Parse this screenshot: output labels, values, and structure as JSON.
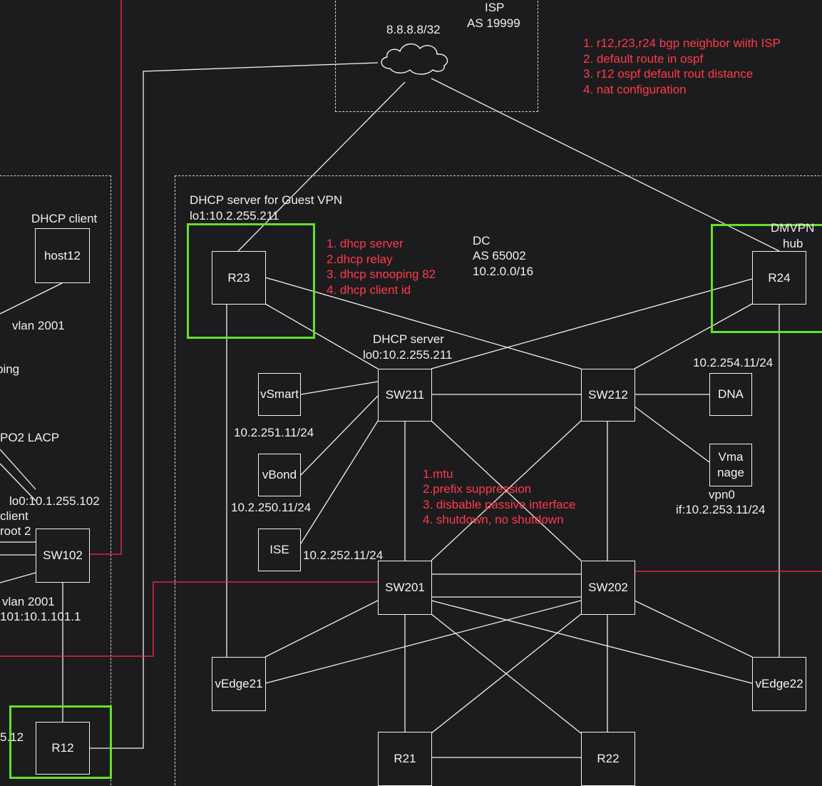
{
  "colors": {
    "background": "#1c1c1e",
    "line": "#f2f2f2",
    "red_link": "#ff2d3c",
    "highlight": "#66e02c",
    "note_text": "#ff3b48"
  },
  "isp": {
    "title": "ISP",
    "as": "AS 19999",
    "prefix": "8.8.8.8/32"
  },
  "isp_tasks": [
    "1. r12,r23,r24 bgp neighbor  wiith ISP",
    "2. default route in ospf",
    "3. r12 ospf default rout distance",
    "4. nat configuration"
  ],
  "dc": {
    "name": "DC",
    "as": "AS 65002",
    "prefix": "10.2.0.0/16"
  },
  "dhcp_tasks": [
    "1. dhcp server",
    "2.dhcp relay",
    "3. dhcp snooping 82",
    "4. dhcp client id"
  ],
  "core_tasks": [
    "1.mtu",
    "2.prefix suppression",
    "3. disbable passive interface",
    "4. shutdown, no shutdown"
  ],
  "labels": {
    "r23_role": "DHCP server for Guest VPN",
    "r23_lo": "lo1:10.2.255.211",
    "sw211_role": "DHCP server",
    "sw211_lo": "lo0:10.2.255.211",
    "r24_role_1": "DMVPN",
    "r24_role_2": "hub",
    "dhcp_client": "DHCP client",
    "vlan_top": "vlan 2001",
    "ping": "ping",
    "po2": "PO2 LACP",
    "sw102_lo": "lo0:10.1.255.102",
    "client": "client",
    "root": "root 2",
    "vlan_bottom": "vlan 2001",
    "svi": "101:10.1.101.1",
    "r12_addr": "5.12",
    "vsmart_ip": "10.2.251.11/24",
    "vbond_ip": "10.2.250.11/24",
    "ise_ip": "10.2.252.11/24",
    "dna_ip": "10.2.254.11/24",
    "vmanage_vpn": "vpn0",
    "vmanage_if": "if:10.2.253.11/24"
  },
  "nodes": {
    "host12": "host12",
    "sw102": "SW102",
    "r12": "R12",
    "r23": "R23",
    "r24": "R24",
    "sw211": "SW211",
    "sw212": "SW212",
    "sw201": "SW201",
    "sw202": "SW202",
    "vsmart": "vSmart",
    "vbond": "vBond",
    "ise": "ISE",
    "dna": "DNA",
    "vmanage": "Vma nage",
    "vedge21": "vEdge21",
    "vedge22": "vEdge22",
    "r21": "R21",
    "r22": "R22"
  }
}
